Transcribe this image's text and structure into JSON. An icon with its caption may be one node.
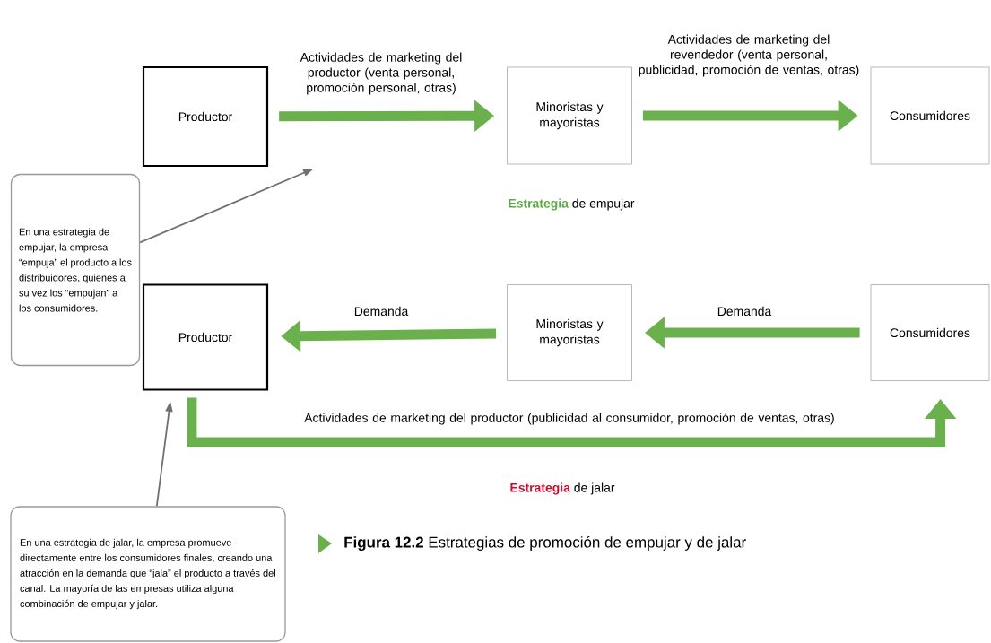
{
  "diagram": {
    "caption": "**Figura 12.2** Estrategias de promoción de empujar y de jalar",
    "nodes": [
      {
        "text": [
          "Productor"
        ]
      },
      {
        "text": [
          "Minoristas y mayoristas"
        ]
      },
      {
        "text": [
          "Consumidores"
        ]
      },
      {
        "text": [
          "Productor"
        ]
      },
      {
        "text": [
          "Minoristas y mayoristas"
        ]
      },
      {
        "text": [
          "Consumidores"
        ]
      },
      {
        "text": [
          "En una estrategia de empujar, la empresa “empuja” el producto a los distribuidores, quienes a su vez los “empujan” a los consumidores."
        ]
      },
      {
        "text": [
          "En una estrategia de jalar, la empresa promueve directamente entre los consumidores finales, creando una atracción en la demanda que “jala” el producto a través del canal. La mayoría de las empresas utiliza alguna combinación de empujar y jalar."
        ]
      }
    ],
    "edges": [
      {
        "from": 0,
        "to": 1,
        "arrow": "to",
        "label": "Actividades de marketing del productor (venta personal, promoción personal, otras)"
      },
      {
        "from": 1,
        "to": 2,
        "arrow": "to",
        "label": "Actividades de marketing del revendedor (venta personal, publicidad, promoción de ventas, otras)"
      },
      {
        "from": 5,
        "to": 4,
        "arrow": "to",
        "label": "Demanda"
      },
      {
        "from": 4,
        "to": 3,
        "arrow": "to",
        "label": "Demanda"
      },
      {
        "from": 3,
        "to": 5,
        "arrow": "to",
        "label": "Actividades de marketing del productor (publicidad al consumidor, promoción de ventas, otras)"
      },
      {
        "from": 6,
        "to": null,
        "arrow": "to",
        "color": "#707070"
      },
      {
        "from": 7,
        "to": null,
        "arrow": "to",
        "color": "#707070"
      }
    ],
    "labels": [
      "**Estrategia** de empujar",
      "**Estrategia** de jalar"
    ]
  }
}
